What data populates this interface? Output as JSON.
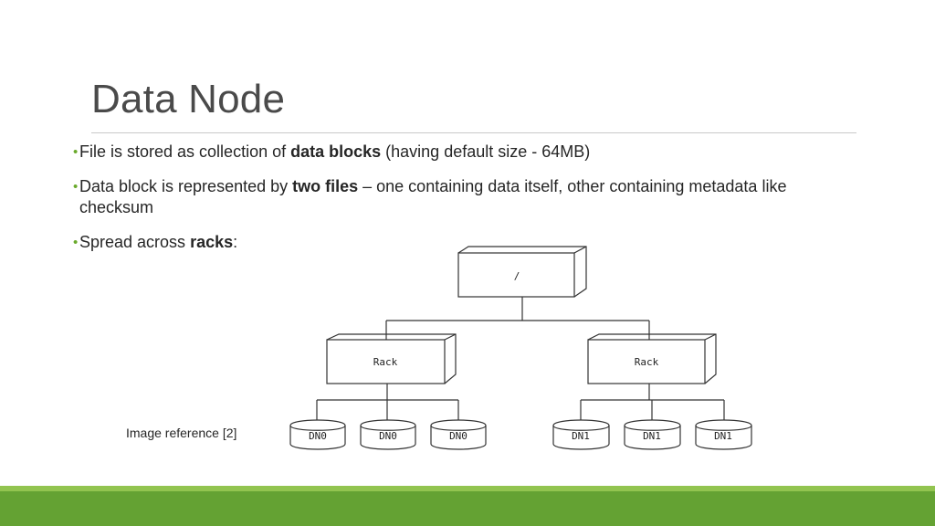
{
  "slide": {
    "title": "Data Node",
    "bullets": [
      {
        "pre": "File is stored as collection of ",
        "bold": "data blocks",
        "post": " (having default size - 64MB)"
      },
      {
        "pre": "Data block is represented by ",
        "bold": "two files",
        "post": " – one containing data itself, other containing metadata like checksum"
      },
      {
        "pre": "Spread across ",
        "bold": "racks",
        "post": ":"
      }
    ],
    "caption": "Image reference [2]"
  },
  "diagram": {
    "root_label": "/",
    "racks": [
      {
        "label": "Rack",
        "nodes": [
          "DN0",
          "DN0",
          "DN0"
        ]
      },
      {
        "label": "Rack",
        "nodes": [
          "DN1",
          "DN1",
          "DN1"
        ]
      }
    ]
  },
  "colors": {
    "accent": "#64a233",
    "accent_light": "#92c450",
    "bullet": "#6aaa2c"
  }
}
